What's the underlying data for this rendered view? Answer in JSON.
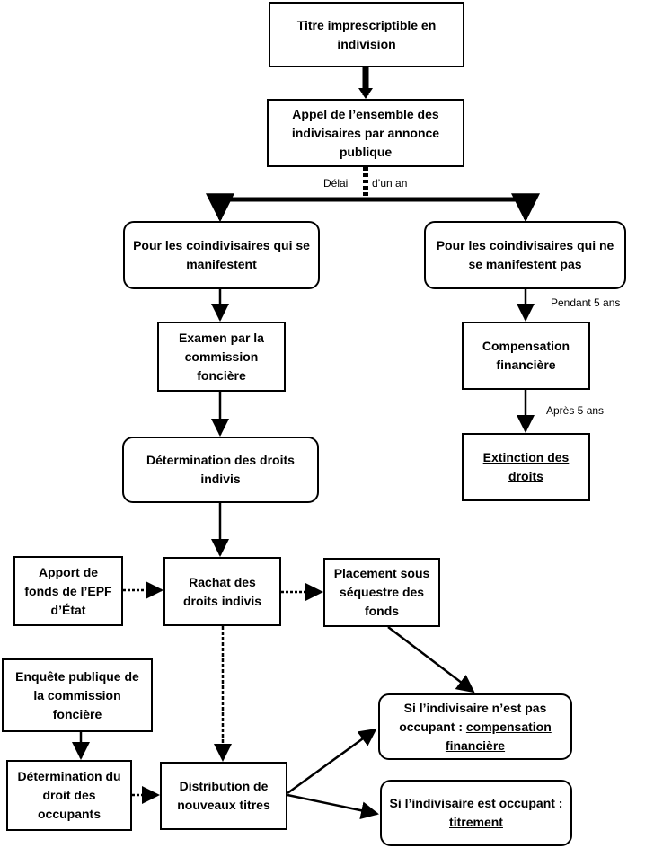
{
  "nodes": {
    "titre": "Titre imprescriptible en indivision",
    "appel": "Appel de l’ensemble des indivisaires par annonce publique",
    "manifestent": "Pour les coindivisaires qui se manifestent",
    "ne_manifestent": "Pour les coindivisaires qui ne se manifestent pas",
    "examen": "Examen par la commission foncière",
    "compensation": "Compensation financière",
    "determination_droits": "Détermination des droits indivis",
    "extinction": "Extinction des droits",
    "apport": "Apport de fonds de l’EPF d’État",
    "rachat": "Rachat des droits indivis",
    "placement": "Placement sous séquestre des fonds",
    "enquete": "Enquête publique de la commission foncière",
    "non_occupant_prefix": "Si l’indivisaire n’est pas occupant :",
    "non_occupant_link": "compensation financière",
    "determination_occupants": "Détermination du droit des occupants",
    "distribution": "Distribution de nouveaux titres",
    "occupant_prefix": "Si l’indivisaire est occupant :",
    "occupant_link": "titrement"
  },
  "labels": {
    "delai_left": "Délai",
    "delai_right": "d’un an",
    "pendant": "Pendant 5 ans",
    "apres": "Après 5 ans"
  }
}
